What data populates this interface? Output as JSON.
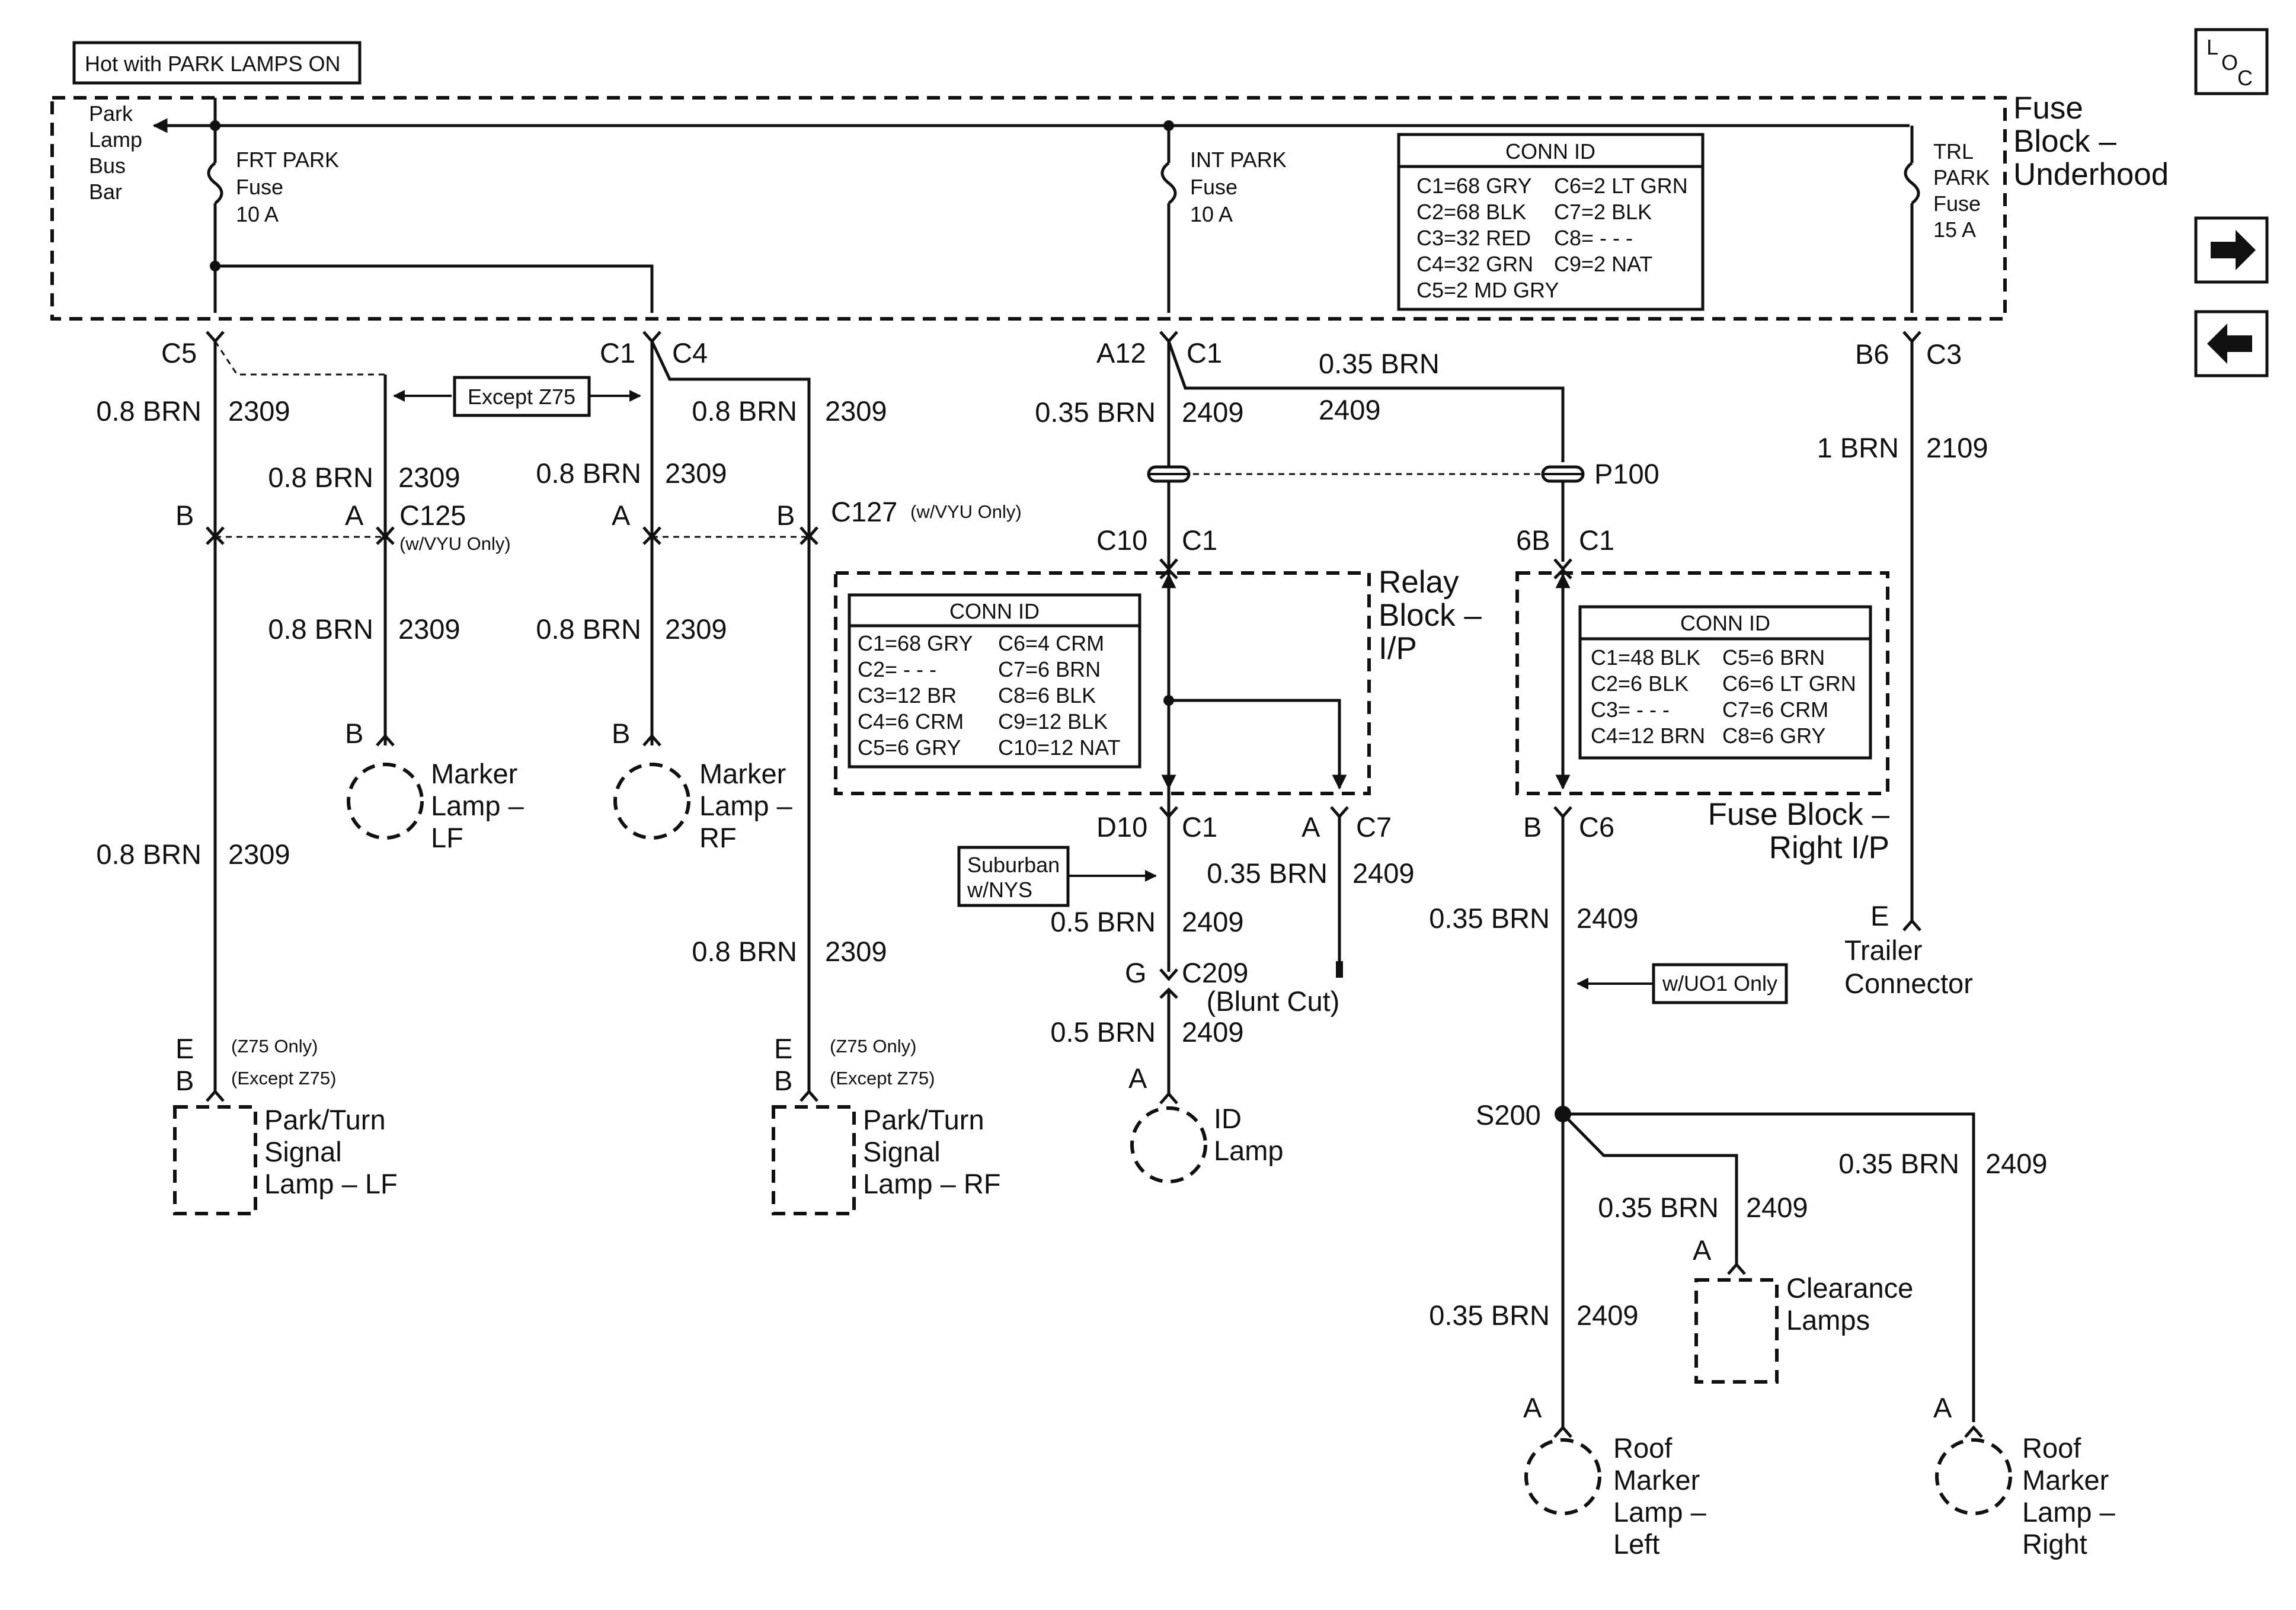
{
  "header": {
    "hot_with": "Hot with PARK LAMPS ON",
    "loc_L": "L",
    "loc_O": "O",
    "loc_C": "C"
  },
  "fuse_block": {
    "title": [
      "Fuse",
      "Block –",
      "Underhood"
    ],
    "bus_bar": [
      "Park",
      "Lamp",
      "Bus",
      "Bar"
    ],
    "frt_park": [
      "FRT PARK",
      "Fuse",
      "10 A"
    ],
    "int_park": [
      "INT PARK",
      "Fuse",
      "10 A"
    ],
    "trl_park": [
      "TRL",
      "PARK",
      "Fuse",
      "15 A"
    ],
    "conn_title": "CONN ID",
    "conn_left": [
      "C1=68 GRY",
      "C2=68 BLK",
      "C3=32 RED",
      "C4=32 GRN",
      "C5=2 MD GRY"
    ],
    "conn_right": [
      "C6=2 LT GRN",
      "C7=2 BLK",
      "C8= - - -",
      "C9=2 NAT"
    ]
  },
  "relay_block": {
    "title": [
      "Relay",
      "Block –",
      "I/P"
    ],
    "conn_title": "CONN ID",
    "conn_left": [
      "C1=68 GRY",
      "C2= - - -",
      "C3=12 BR",
      "C4=6 CRM",
      "C5=6 GRY"
    ],
    "conn_right": [
      "C6=4 CRM",
      "C7=6 BRN",
      "C8=6 BLK",
      "C9=12 BLK",
      "C10=12 NAT"
    ]
  },
  "fuse_block_rip": {
    "title": [
      "Fuse Block –",
      "Right I/P"
    ],
    "conn_title": "CONN ID",
    "conn_left": [
      "C1=48 BLK",
      "C2=6 BLK",
      "C3= - - -",
      "C4=12 BRN"
    ],
    "conn_right": [
      "C5=6 BRN",
      "C6=6 LT GRN",
      "C7=6 CRM",
      "C8=6 GRY"
    ]
  },
  "connectors": {
    "c5": "C5",
    "c1_left": "C1",
    "c4": "C4",
    "a12": "A12",
    "c1_mid": "C1",
    "b6": "B6",
    "c3": "C3",
    "b_c125": "B",
    "a_c125": "A",
    "c125": "C125",
    "c125_note": "(w/VYU Only)",
    "a_c127": "A",
    "b_c127": "B",
    "c127": "C127",
    "c127_note": "(w/VYU Only)",
    "p100": "P100",
    "c10": "C10",
    "c1_c10": "C1",
    "b6b": "6B",
    "c1_6b": "C1",
    "d10": "D10",
    "c1_d10": "C1",
    "a_c7": "A",
    "c7": "C7",
    "b_c6": "B",
    "c6": "C6",
    "g_c209": "G",
    "c209": "C209",
    "a_id": "A",
    "s200": "S200",
    "e_trailer": "E",
    "b_lf_marker": "B",
    "b_rf_marker": "B",
    "e_lf": "E",
    "b_lf": "B",
    "z75_only_lf": "(Z75 Only)",
    "except_z75_lf": "(Except Z75)",
    "e_rf": "E",
    "b_rf": "B",
    "z75_only_rf": "(Z75 Only)",
    "except_z75_rf": "(Except Z75)",
    "a_clear": "A",
    "a_roof_left": "A",
    "a_roof_right": "A"
  },
  "wires": {
    "w1a": "0.8 BRN",
    "w1b": "2309",
    "w2a": "0.8 BRN",
    "w2b": "2309",
    "w3a": "0.8 BRN",
    "w3b": "2309",
    "w4a": "0.8 BRN",
    "w4b": "2309",
    "w5a": "0.8 BRN",
    "w5b": "2309",
    "w6a": "0.8 BRN",
    "w6b": "2309",
    "w7a": "0.8 BRN",
    "w7b": "2309",
    "w8a": "0.8 BRN",
    "w8b": "2309",
    "w9a": "0.35 BRN",
    "w9b": "2409",
    "w10a": "0.35 BRN",
    "w10b": "2409",
    "w11a": "1 BRN",
    "w11b": "2109",
    "w12a": "0.35 BRN",
    "w12b": "2409",
    "w13a": "0.5 BRN",
    "w13b": "2409",
    "w14a": "0.5 BRN",
    "w14b": "2409",
    "w15a": "0.35 BRN",
    "w15b": "2409",
    "w16a": "0.35 BRN",
    "w16b": "2409",
    "w17a": "0.35 BRN",
    "w17b": "2409",
    "w18a": "0.35 BRN",
    "w18b": "2409"
  },
  "notes": {
    "except_z75": "Except Z75",
    "suburban": [
      "Suburban",
      "w/NYS"
    ],
    "wuo1": "w/UO1 Only",
    "blunt_cut": "(Blunt Cut)"
  },
  "components": {
    "marker_lf": [
      "Marker",
      "Lamp –",
      "LF"
    ],
    "marker_rf": [
      "Marker",
      "Lamp –",
      "RF"
    ],
    "park_lf": [
      "Park/Turn",
      "Signal",
      "Lamp – LF"
    ],
    "park_rf": [
      "Park/Turn",
      "Signal",
      "Lamp – RF"
    ],
    "id_lamp": [
      "ID",
      "Lamp"
    ],
    "trailer": [
      "Trailer",
      "Connector"
    ],
    "clearance": [
      "Clearance",
      "Lamps"
    ],
    "roof_left": [
      "Roof",
      "Marker",
      "Lamp –",
      "Left"
    ],
    "roof_right": [
      "Roof",
      "Marker",
      "Lamp –",
      "Right"
    ]
  },
  "nav_icons": [
    "loc-icon",
    "arrow-right-icon",
    "arrow-left-icon"
  ]
}
